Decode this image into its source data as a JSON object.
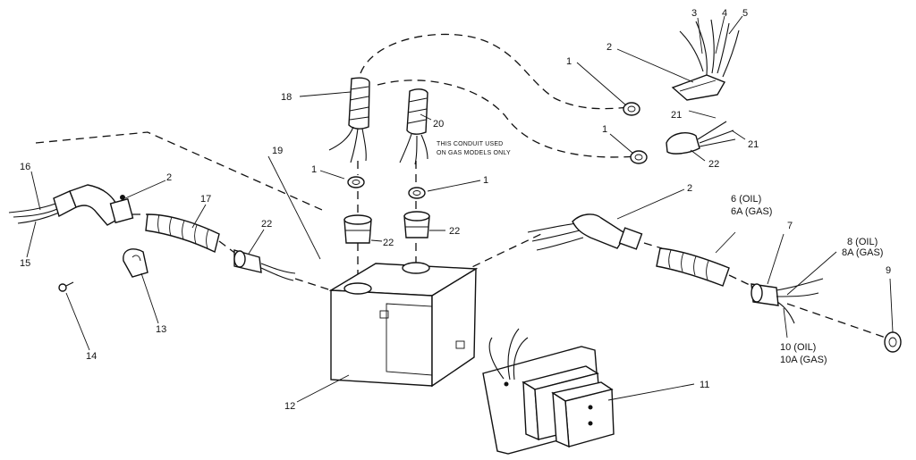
{
  "callouts": {
    "c1a": "1",
    "c1b": "1",
    "c1c": "1",
    "c1d": "1",
    "c2a": "2",
    "c2b": "2",
    "c2c": "2",
    "c3": "3",
    "c4": "4",
    "c5": "5",
    "c6": "6 (OIL)",
    "c6a": "6A (GAS)",
    "c7": "7",
    "c8": "8 (OIL)",
    "c8a": "8A (GAS)",
    "c9": "9",
    "c10": "10 (OIL)",
    "c10a": "10A (GAS)",
    "c11": "11",
    "c12": "12",
    "c13": "13",
    "c14": "14",
    "c15": "15",
    "c16": "16",
    "c17": "17",
    "c18": "18",
    "c19": "19",
    "c20": "20",
    "c21a": "21",
    "c21b": "21",
    "c22a": "22",
    "c22b": "22",
    "c22c": "22",
    "c22d": "22"
  },
  "note": {
    "line1": "THIS CONDUIT USED",
    "line2": "ON GAS MODELS ONLY"
  }
}
